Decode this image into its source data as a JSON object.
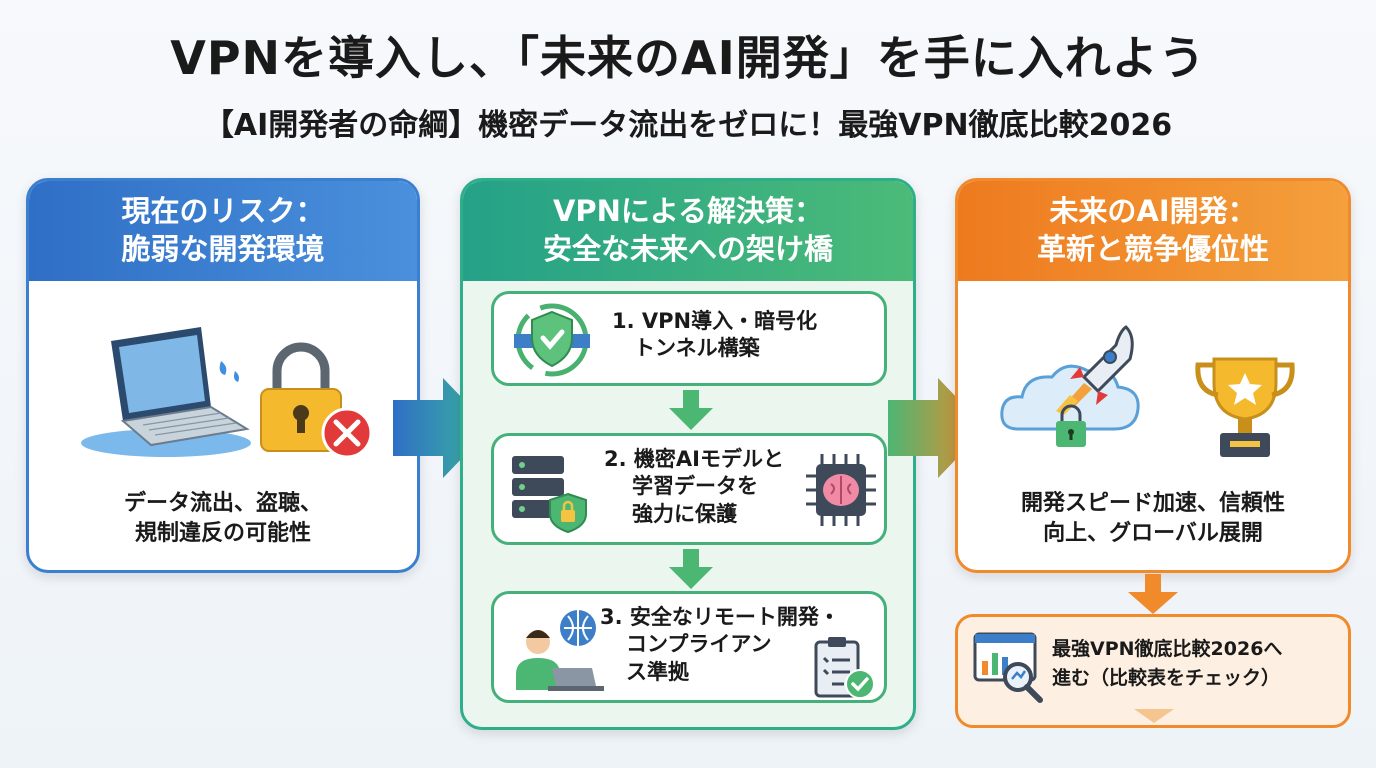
{
  "title": "VPNを導入し、「未来のAI開発」を手に入れよう",
  "subtitle": "【AI開発者の命綱】機密データ流出をゼロに！最強VPN徹底比較2026",
  "left_panel": {
    "heading_line1": "現在のリスク：",
    "heading_line2": "脆弱な開発環境",
    "caption_line1": "データ流出、盗聴、",
    "caption_line2": "規制違反の可能性"
  },
  "middle_panel": {
    "heading_line1": "VPNによる解決策：",
    "heading_line2": "安全な未来への架け橋",
    "steps": [
      {
        "line1": "1. VPN導入・暗号化",
        "line2": "トンネル構築"
      },
      {
        "line1": "2. 機密AIモデルと",
        "line2": "学習データを",
        "line3": "強力に保護"
      },
      {
        "line1": "3. 安全なリモート開発・",
        "line2": "コンプライアン",
        "line3": "ス準拠"
      }
    ]
  },
  "right_panel": {
    "heading_line1": "未来のAI開発：",
    "heading_line2": "革新と競争優位性",
    "caption_line1": "開発スピード加速、信頼性",
    "caption_line2": "向上、グローバル展開"
  },
  "final_box": {
    "line1": "最強VPN徹底比較2026へ",
    "line2": "進む（比較表をチェック）"
  },
  "colors": {
    "blue": "#3a7fd0",
    "green": "#2fae8a",
    "orange": "#f08a2a"
  }
}
